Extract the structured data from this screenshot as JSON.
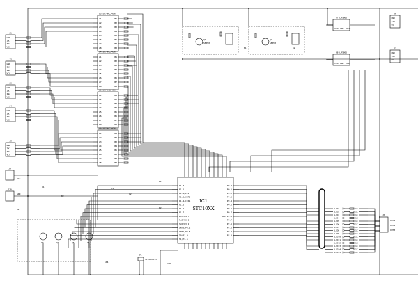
{
  "main_ic": {
    "ref": "IC1",
    "part": "STC10XX",
    "left_pins": [
      "P1.0",
      "P1.1",
      "P1.2/ECI",
      "P1.3/CCP0",
      "P1.4/CCP1",
      "P1.5",
      "P1.6",
      "P1.7",
      "RST/P4.7",
      "RxD/P3.0",
      "TxD/P3.1",
      "INT0/P3.2",
      "INT1/P3.3",
      "T0/P3.4",
      "T1/P3.5"
    ],
    "right_pins": [
      "P0.0",
      "P0.1",
      "P0.2",
      "P0.3",
      "P0.4",
      "P0.5",
      "P0.6",
      "P0.7",
      "ALE/P4.5",
      "P2.7",
      "P2.6",
      "P2.5",
      "P2.4",
      "P2.3"
    ]
  },
  "buffers": [
    {
      "ref": "U3",
      "part": "SN74HC245N",
      "left_pins": [
        "A1",
        "A2",
        "A3",
        "A4",
        "A5",
        "A6",
        "A7",
        "A8"
      ],
      "right_pins": [
        "B1",
        "B2",
        "B3",
        "B4",
        "B5",
        "B6",
        "B7",
        "B8"
      ]
    },
    {
      "ref": "U4",
      "part": "SN74HC245N",
      "left_pins": [
        "A1",
        "A2",
        "A3",
        "A4",
        "A5",
        "A6",
        "A7",
        "A8"
      ],
      "right_pins": [
        "B1",
        "B2",
        "B3",
        "B4",
        "B5",
        "B6",
        "B7",
        "B8"
      ]
    },
    {
      "ref": "U5",
      "part": "SN74HC245N",
      "left_pins": [
        "A1",
        "A2",
        "A3",
        "A4",
        "A5",
        "A6",
        "A7",
        "A8"
      ],
      "right_pins": [
        "B1",
        "B2",
        "B3",
        "B4",
        "B5",
        "B6",
        "B7",
        "B8"
      ]
    },
    {
      "ref": "U6",
      "part": "SN74HC245N",
      "left_pins": [
        "A1",
        "A2",
        "A3",
        "A4",
        "A5",
        "A6",
        "A7",
        "A8"
      ],
      "right_pins": [
        "B1",
        "B2",
        "B3",
        "B4",
        "B5",
        "B6",
        "B7",
        "B8"
      ]
    }
  ],
  "connectors": [
    "J1",
    "J2",
    "J3",
    "J4",
    "J5"
  ],
  "connector_pins": [
    "GND",
    "IN1",
    "IN2",
    "VCC"
  ],
  "regulators": [
    {
      "ref": "U7",
      "part": "LM7805"
    },
    {
      "ref": "U8",
      "part": "LM7805"
    }
  ],
  "regulator_pins": [
    "VIN",
    "GND",
    "VOUT"
  ],
  "power_connectors": [
    "J6",
    "J7"
  ],
  "power_connector_pins": [
    "GND",
    "12V",
    "5V"
  ],
  "relay_drivers": [
    {
      "ref": "Q1",
      "part": "S8050"
    },
    {
      "ref": "Q2",
      "part": "S8050"
    }
  ],
  "led_driver": {
    "refs": [
      "LED1",
      "LED2",
      "LED3",
      "LED4",
      "LED5",
      "LED6",
      "LED7",
      "LED8",
      "LED9",
      "LED10",
      "LED11",
      "LED12",
      "LED13",
      "LED14",
      "LED15"
    ],
    "resistor_ref": "R",
    "resistor_value": "1K"
  },
  "output_connector": {
    "ref": "J8",
    "pins": [
      "OUT1",
      "OUT2",
      "OUT3"
    ]
  },
  "power_section": {
    "connectors": [
      "J9",
      "J10"
    ],
    "labels": [
      "VCC",
      "GND",
      "5V"
    ],
    "transistors": [
      "Q3",
      "Q4",
      "Q5",
      "Q6"
    ]
  },
  "crystal": {
    "ref": "Y1",
    "value": "11.0592MHz"
  },
  "misc_labels": [
    "R1",
    "R2",
    "C1",
    "C2",
    "D1",
    "D2",
    "K1",
    "K2",
    "10K",
    "104"
  ]
}
